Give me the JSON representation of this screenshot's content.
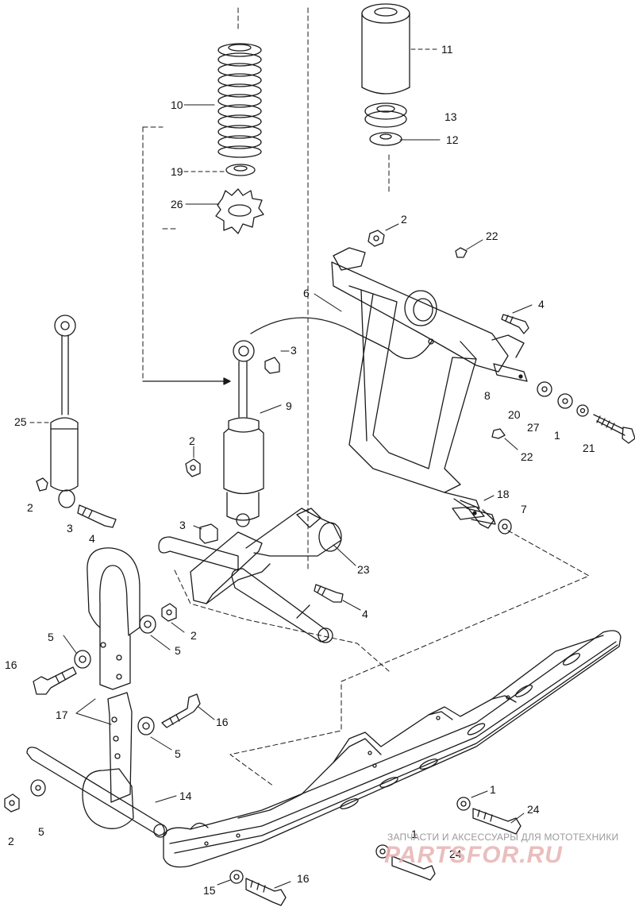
{
  "callouts": [
    "1",
    "2",
    "3",
    "4",
    "5",
    "6",
    "7",
    "8",
    "9",
    "10",
    "11",
    "12",
    "13",
    "14",
    "15",
    "16",
    "17",
    "18",
    "19",
    "20",
    "21",
    "22",
    "23",
    "24",
    "25",
    "26",
    "27"
  ],
  "watermark": {
    "caption": "ЗАПЧАСТИ И АКСЕССУАРЫ ДЛЯ МОТОТЕХНИКИ",
    "logo": "PARTSFOR.RU"
  },
  "colors": {
    "line": "#1a1a1a",
    "background": "#ffffff",
    "watermark": "#e7b3b3"
  }
}
